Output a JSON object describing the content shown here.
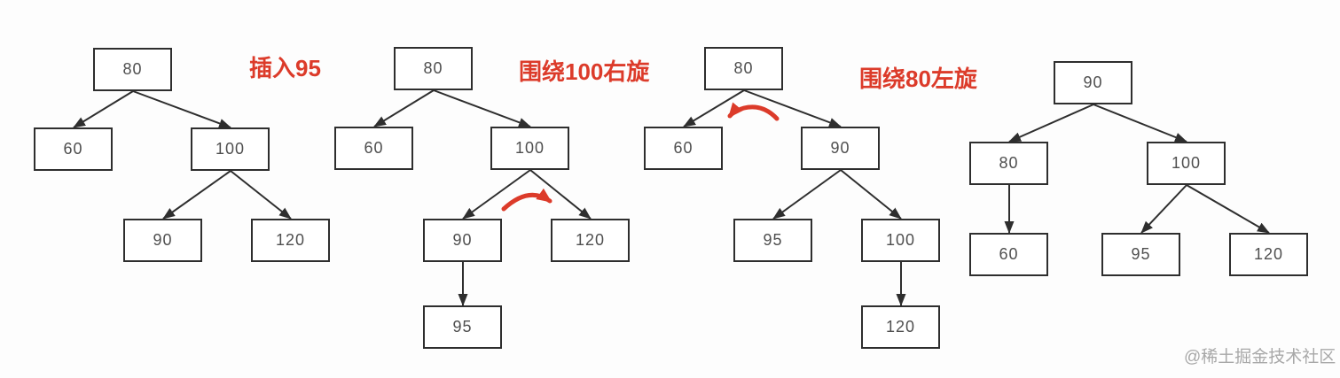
{
  "diagram": {
    "topic": "AVL tree rotation steps",
    "colors": {
      "background": "#fdfdfd",
      "node_border": "#2e2e2e",
      "node_text": "#4f4f4f",
      "edge_arrow": "#2e2e2e",
      "annotation_red": "#dc3b2a",
      "watermark_gray": "#a8a8a8"
    }
  },
  "annotations": [
    {
      "text": "插入95"
    },
    {
      "text": "围绕100右旋"
    },
    {
      "text": "围绕80左旋"
    }
  ],
  "watermark": {
    "text": "@稀土掘金技术社区"
  },
  "trees": [
    {
      "nodes": [
        "80",
        "60",
        "100",
        "90",
        "120"
      ],
      "edges": [
        [
          "80",
          "60"
        ],
        [
          "80",
          "100"
        ],
        [
          "100",
          "90"
        ],
        [
          "100",
          "120"
        ]
      ]
    },
    {
      "nodes": [
        "80",
        "60",
        "100",
        "90",
        "120",
        "95"
      ],
      "edges": [
        [
          "80",
          "60"
        ],
        [
          "80",
          "100"
        ],
        [
          "100",
          "90"
        ],
        [
          "100",
          "120"
        ],
        [
          "90",
          "95"
        ]
      ]
    },
    {
      "nodes": [
        "80",
        "60",
        "90",
        "95",
        "100",
        "120"
      ],
      "edges": [
        [
          "80",
          "60"
        ],
        [
          "80",
          "90"
        ],
        [
          "90",
          "95"
        ],
        [
          "90",
          "100"
        ],
        [
          "100",
          "120"
        ]
      ]
    },
    {
      "nodes": [
        "90",
        "80",
        "100",
        "60",
        "95",
        "120"
      ],
      "edges": [
        [
          "90",
          "80"
        ],
        [
          "90",
          "100"
        ],
        [
          "80",
          "60"
        ],
        [
          "100",
          "95"
        ],
        [
          "100",
          "120"
        ]
      ]
    }
  ]
}
